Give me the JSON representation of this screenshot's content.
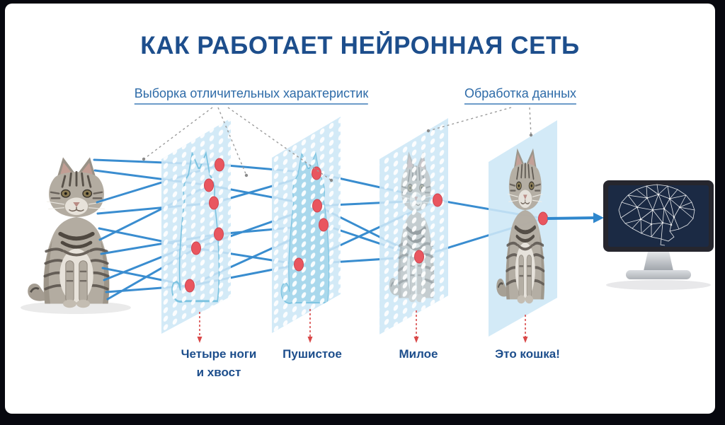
{
  "slide": {
    "title": "КАК РАБОТАЕТ НЕЙРОННАЯ СЕТЬ",
    "annotations": {
      "feature_selection": "Выборка отличительных характеристик",
      "data_processing": "Обработка данных"
    },
    "steps": [
      {
        "label": "Четыре ноги\nи хвост"
      },
      {
        "label": "Пушистое"
      },
      {
        "label": "Милое"
      },
      {
        "label": "Это кошка!"
      }
    ],
    "icons": {
      "input": "cat-photo-icon",
      "layers": "dotted-layer-panels",
      "output": "monitor-icon",
      "screen": "brain-network-icon"
    },
    "colors": {
      "title_text": "#1d4e8c",
      "annotation_text": "#2e6ba8",
      "connection_line": "#2f87cd",
      "neuron_node": "#e9565f",
      "panel_fill": "#cde7f6",
      "panel_cat_silhouette": "#a9d8ec",
      "pointer_dash_gray": "#9b9b9b",
      "pointer_dash_red": "#d94848",
      "monitor_screen": "#1b2a44"
    }
  }
}
